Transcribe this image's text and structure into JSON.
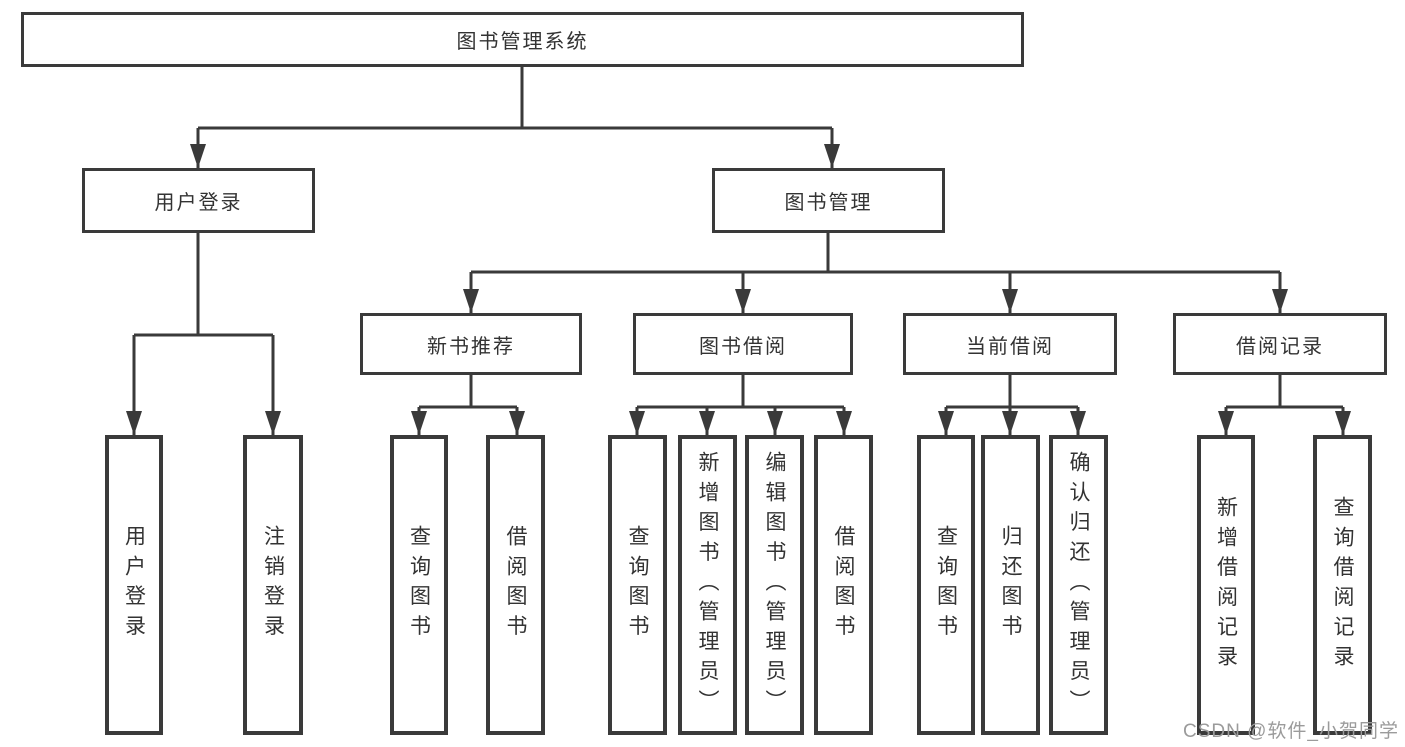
{
  "diagram": {
    "root_label": "图书管理系统",
    "branches": [
      {
        "label": "用户登录",
        "leaves": [
          "用户登录",
          "注销登录"
        ]
      },
      {
        "label": "图书管理",
        "groups": [
          {
            "label": "新书推荐",
            "leaves": [
              "查询图书",
              "借阅图书"
            ]
          },
          {
            "label": "图书借阅",
            "leaves": [
              "查询图书",
              "新增图书（管理员）",
              "编辑图书（管理员）",
              "借阅图书"
            ]
          },
          {
            "label": "当前借阅",
            "leaves": [
              "查询图书",
              "归还图书",
              "确认归还（管理员）"
            ]
          },
          {
            "label": "借阅记录",
            "leaves": [
              "新增借阅记录",
              "查询借阅记录"
            ]
          }
        ]
      }
    ]
  },
  "watermark": {
    "text": "CSDN @软件_小贺同学"
  },
  "colors": {
    "line": "#3a3a3a",
    "text": "#333333",
    "watermark": "#9b9b9b",
    "background": "#ffffff"
  }
}
